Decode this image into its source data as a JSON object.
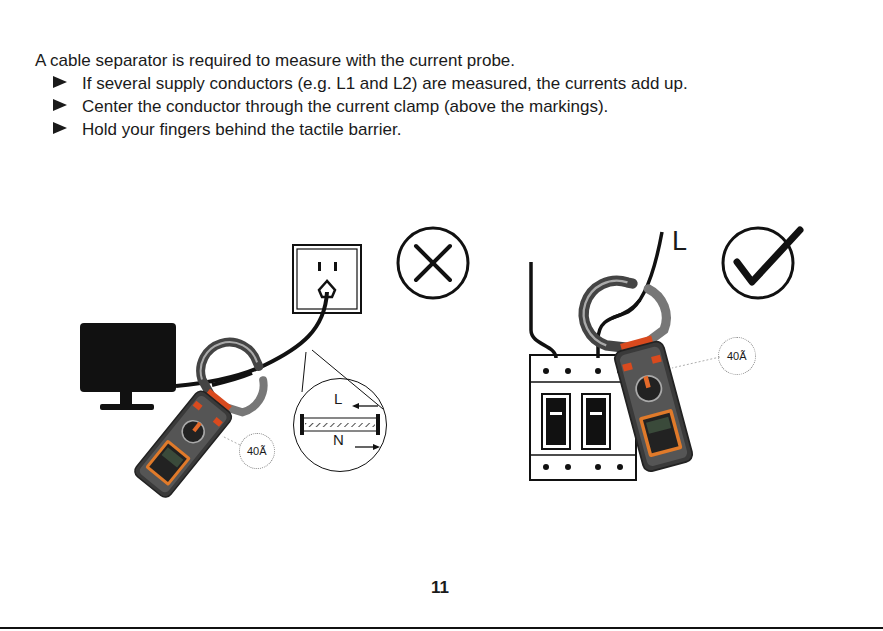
{
  "diagram": {
    "nodes": [
      {
        "text": [
          "L",
          "N"
        ]
      },
      {
        "text": [
          "40Ã"
        ]
      },
      {
        "text": [
          "40Ã"
        ]
      }
    ],
    "labels": [
      "A cable separator is required to measure with the current probe.",
      "If several supply conductors (e.g. L1 and L2) are measured, the currents add up.",
      "Center the conductor through the current clamp (above the markings).",
      "Hold your fingers behind the tactile barrier.",
      "L",
      "11"
    ]
  }
}
